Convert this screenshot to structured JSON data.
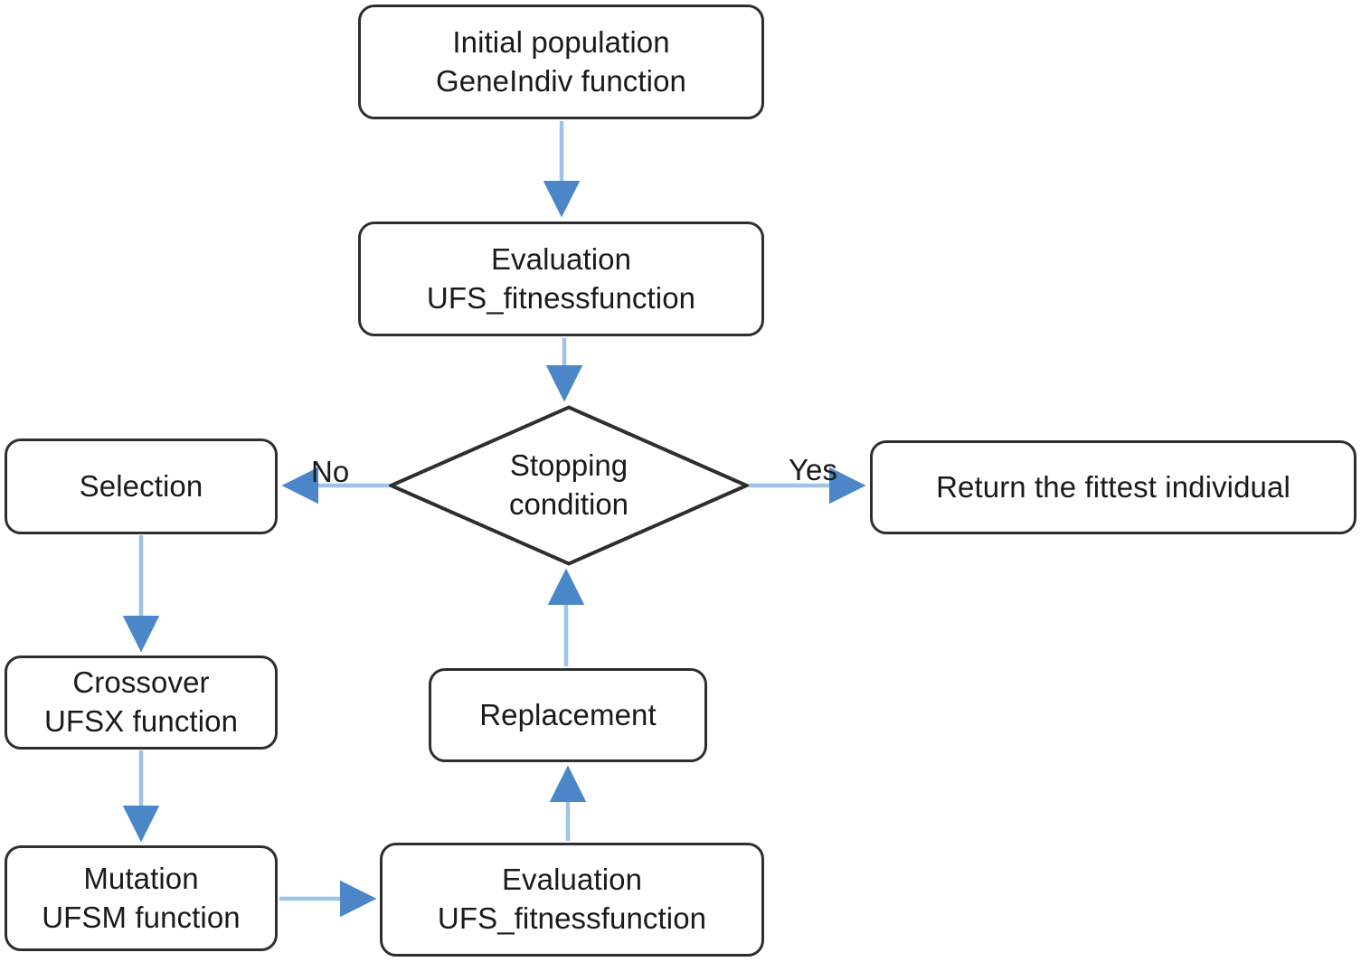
{
  "diagram": {
    "title": "Genetic algorithm flowchart",
    "colors": {
      "node_border": "#2e2e2e",
      "node_fill": "#ffffff",
      "connector_line": "#9dc3e6",
      "connector_arrowhead": "#4a86c8",
      "text": "#1a1a1a",
      "background": "#ffffff"
    },
    "nodes": {
      "initial_population": {
        "line1": "Initial population",
        "line2": "GeneIndiv function"
      },
      "evaluation_top": {
        "line1": "Evaluation",
        "line2": "UFS_fitnessfunction"
      },
      "stopping_condition": {
        "line1": "Stopping",
        "line2": "condition"
      },
      "selection": {
        "line1": "Selection",
        "line2": ""
      },
      "return_fittest": {
        "line1": "Return the fittest individual",
        "line2": ""
      },
      "crossover": {
        "line1": "Crossover",
        "line2": "UFSX function"
      },
      "mutation": {
        "line1": "Mutation",
        "line2": "UFSM function"
      },
      "replacement": {
        "line1": "Replacement",
        "line2": ""
      },
      "evaluation_bottom": {
        "line1": "Evaluation",
        "line2": "UFS_fitnessfunction"
      }
    },
    "edge_labels": {
      "no": "No",
      "yes": "Yes"
    }
  }
}
